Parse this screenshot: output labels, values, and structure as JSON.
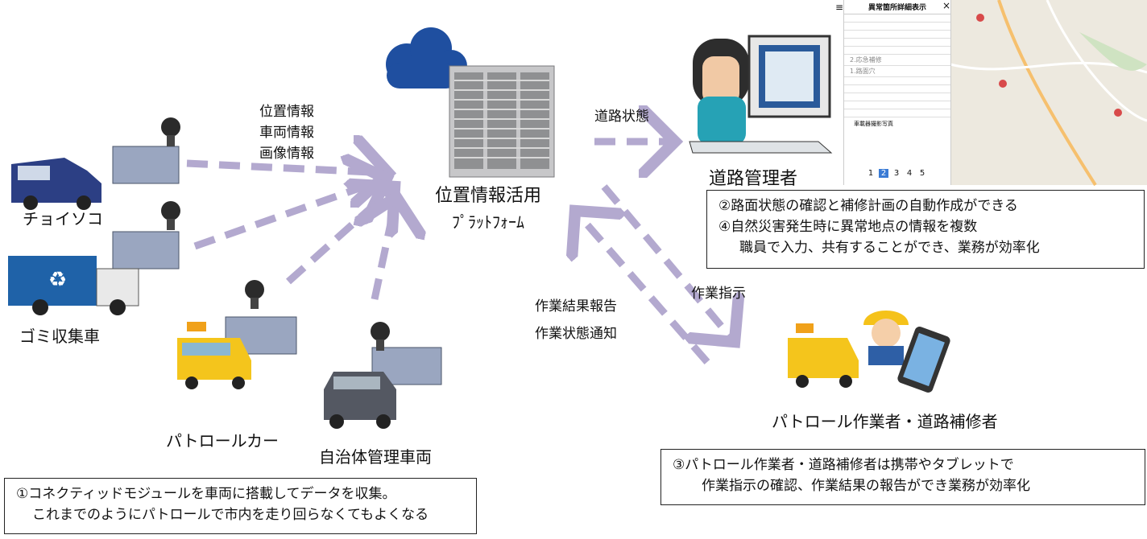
{
  "platform": {
    "line1": "位置情報活用",
    "line2": "ﾌﾟﾗｯﾄﾌｫｰﾑ"
  },
  "upload_info": [
    "位置情報",
    "車両情報",
    "画像情報"
  ],
  "road_status": "道路状態",
  "road_manager": "道路管理者",
  "work_instruction": "作業指示",
  "work_report": [
    "作業結果報告",
    "作業状態通知"
  ],
  "vehicles": {
    "choisoko": "チョイソコ",
    "garbage": "ゴミ収集車",
    "patrol_car": "パトロールカー",
    "municipal": "自治体管理車両"
  },
  "patrol_worker": "パトロール作業者・道路補修者",
  "notes": {
    "note1": [
      "①コネクティッドモジュールを車両に搭載してデータを収集。",
      "これまでのようにパトロールで市内を走り回らなくてもよくなる"
    ],
    "note2": [
      "②路面状態の確認と補修計画の自動作成ができる",
      "④自然災害発生時に異常地点の情報を複数",
      "職員で入力、共有することができ、業務が効率化"
    ],
    "note3": [
      "③パトロール作業者・道路補修者は携帯やタブレットで",
      "作業指示の確認、作業結果の報告ができ業務が効率化"
    ]
  },
  "panel": {
    "title": "異常箇所詳細表示",
    "status_value": "2.応急補修",
    "type_value": "1.路面穴",
    "photo_label": "車載器撮影写真",
    "pages": [
      "1",
      "2",
      "3",
      "4",
      "5"
    ]
  },
  "colors": {
    "arrow": "#b3a9cf",
    "cloud": "#1f4fa0"
  }
}
